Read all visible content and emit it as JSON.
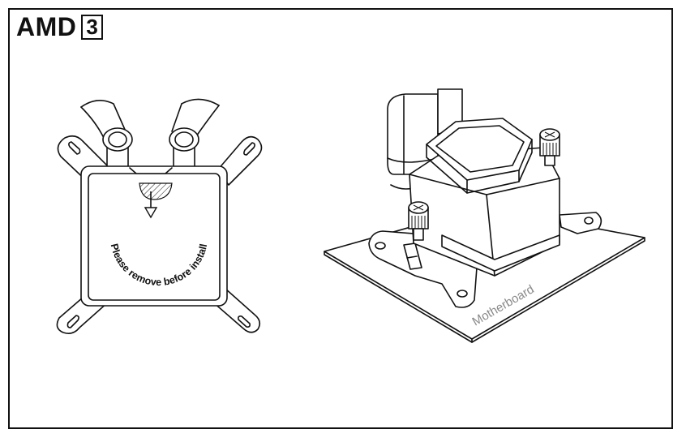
{
  "header": {
    "brand": "AMD",
    "step_number": "3"
  },
  "left_figure": {
    "cover_text": "Please remove before install"
  },
  "right_figure": {
    "board_label": "Motherboard"
  }
}
